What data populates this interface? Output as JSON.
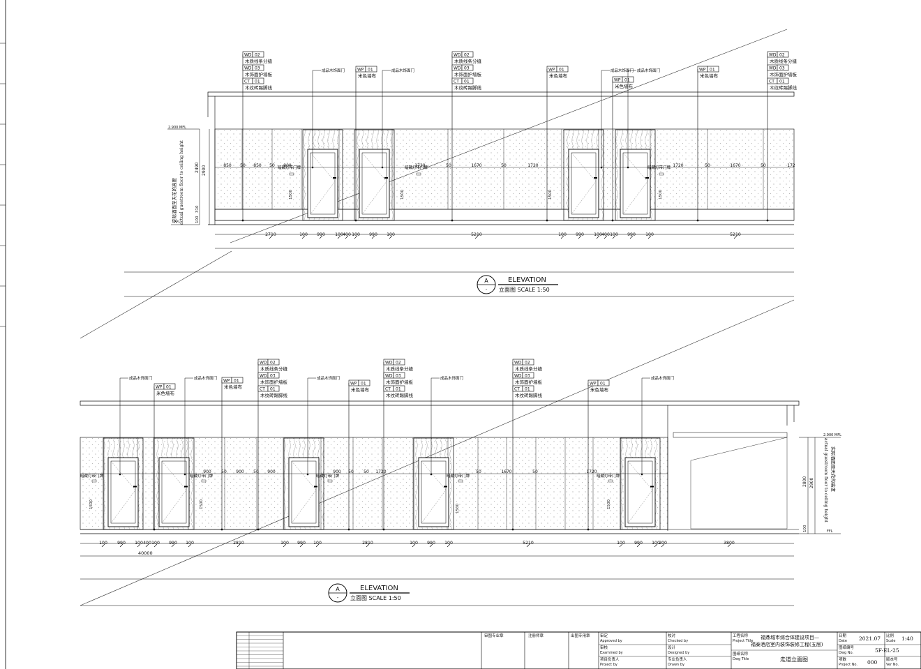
{
  "elevations": [
    {
      "title": "ELEVATION",
      "subtitle": "立面图  SCALE 1:50",
      "symbol_top": "A",
      "symbol_bottom": "-",
      "level_top": "2.900 MFL",
      "level_bottom": "FFL",
      "height_label_cn": "实际酒面至天花的高度",
      "height_label_en": "actual guestroom floor to ceiling height",
      "height_dims": [
        "2900",
        "2490",
        "100",
        "310"
      ],
      "callouts": [
        {
          "lines": [
            {
              "code": "WD",
              "num": "02",
              "desc": "木质线条分缝"
            },
            {
              "code": "WD",
              "num": "03",
              "desc": "木饰面护墙板"
            },
            {
              "code": "CT",
              "num": "01",
              "desc": "木纹砖踢脚线"
            }
          ]
        },
        {
          "lines": [
            {
              "code": "WP",
              "num": "01",
              "desc": "米色墙布"
            }
          ]
        },
        {
          "lines": [
            {
              "code": "WD",
              "num": "02",
              "desc": "木质线条分缝"
            },
            {
              "code": "WD",
              "num": "03",
              "desc": "木饰面护墙板"
            },
            {
              "code": "CT",
              "num": "01",
              "desc": "木纹砖踢脚线"
            }
          ]
        },
        {
          "lines": [
            {
              "code": "WP",
              "num": "01",
              "desc": "米色墙布"
            }
          ]
        },
        {
          "lines": [
            {
              "code": "WP",
              "num": "01",
              "desc": "米色墙布"
            }
          ]
        },
        {
          "lines": [
            {
              "code": "WP",
              "num": "01",
              "desc": "米色墙布"
            }
          ]
        },
        {
          "lines": [
            {
              "code": "WD",
              "num": "02",
              "desc": "木质线条分缝"
            },
            {
              "code": "WD",
              "num": "03",
              "desc": "木饰面护墙板"
            },
            {
              "code": "CT",
              "num": "01",
              "desc": "木纹砖踢脚线"
            }
          ]
        }
      ],
      "door_labels": [
        "成品木饰面门",
        "成品木饰面门",
        "成品木饰面门",
        "成品木饰面门"
      ],
      "lamp_labels": [
        "暗藏灯带门牌",
        "暗藏灯带门牌",
        "暗藏灯带门牌"
      ],
      "panel_dims": [
        "850",
        "50",
        "850",
        "50",
        "900",
        "1720",
        "50",
        "1670",
        "50",
        "1720",
        "1720",
        "50",
        "1670",
        "50",
        "172"
      ],
      "door_height_dims": [
        "1500",
        "1500",
        "1500",
        "1500"
      ],
      "bottom_dims": [
        "2710",
        "100",
        "990",
        "100",
        "400",
        "100",
        "990",
        "100",
        "5210",
        "100",
        "990",
        "100",
        "400",
        "100",
        "990",
        "100",
        "5210"
      ]
    },
    {
      "title": "ELEVATION",
      "subtitle": "立面图  SCALE 1:50",
      "symbol_top": "A",
      "symbol_bottom": "-",
      "level_top": "2.900 MFL",
      "level_bottom": "FFL",
      "height_label_cn": "实际酒面至天花的高度",
      "height_label_en": "actual guestroom floor to ceiling height",
      "height_dims": [
        "2900",
        "2800",
        "100"
      ],
      "callouts": [
        {
          "lines": [
            {
              "code": "WP",
              "num": "01",
              "desc": "米色墙布"
            }
          ]
        },
        {
          "lines": [
            {
              "code": "WP",
              "num": "01",
              "desc": "米色墙布"
            }
          ]
        },
        {
          "lines": [
            {
              "code": "WD",
              "num": "02",
              "desc": "木质线条分缝"
            },
            {
              "code": "WD",
              "num": "03",
              "desc": "木饰面护墙板"
            },
            {
              "code": "CT",
              "num": "01",
              "desc": "木纹砖踢脚线"
            }
          ]
        },
        {
          "lines": [
            {
              "code": "WP",
              "num": "01",
              "desc": "米色墙布"
            }
          ]
        },
        {
          "lines": [
            {
              "code": "WD",
              "num": "02",
              "desc": "木质线条分缝"
            },
            {
              "code": "WD",
              "num": "03",
              "desc": "木饰面护墙板"
            },
            {
              "code": "CT",
              "num": "01",
              "desc": "木纹砖踢脚线"
            }
          ]
        },
        {
          "lines": [
            {
              "code": "WD",
              "num": "02",
              "desc": "木质线条分缝"
            },
            {
              "code": "WD",
              "num": "03",
              "desc": "木饰面护墙板"
            },
            {
              "code": "CT",
              "num": "01",
              "desc": "木纹砖踢脚线"
            }
          ]
        },
        {
          "lines": [
            {
              "code": "WP",
              "num": "01",
              "desc": "米色墙布"
            }
          ]
        }
      ],
      "door_labels": [
        "成品木饰面门",
        "成品木饰面门",
        "成品木饰面门",
        "成品木饰面门",
        "成品木饰面门"
      ],
      "lamp_labels": [
        "暗藏灯带门牌",
        "暗藏灯带门牌",
        "暗藏灯带门牌",
        "暗藏灯带门牌",
        "暗藏灯带门牌"
      ],
      "panel_dims": [
        "900",
        "50",
        "900",
        "50",
        "900",
        "50",
        "900",
        "50",
        "1720",
        "50",
        "1670",
        "50",
        "1720"
      ],
      "door_height_dims": [
        "1500",
        "1500",
        "1500",
        "1500"
      ],
      "bottom_dims": [
        "100",
        "990",
        "100",
        "400",
        "100",
        "990",
        "100",
        "2810",
        "100",
        "990",
        "100",
        "2810",
        "100",
        "990",
        "100",
        "5210",
        "100",
        "990",
        "100",
        "200",
        "3800"
      ],
      "total_dim": "40000"
    }
  ],
  "title_block": {
    "left_rows": [
      "",
      "",
      "",
      "",
      "",
      "",
      "",
      "",
      ""
    ],
    "stamps": [
      "审图专业章",
      "注册师章",
      "出图专用章"
    ],
    "signatures": [
      {
        "cn": "审定",
        "en": "Approved by"
      },
      {
        "cn": "审核",
        "en": "Examined by"
      },
      {
        "cn": "项目负责人",
        "en": "Project by"
      },
      {
        "cn": "校对",
        "en": "Checked by"
      },
      {
        "cn": "设计",
        "en": "Designed by"
      },
      {
        "cn": "专业负责人",
        "en": "Drawn by"
      }
    ],
    "project_title_label_cn": "工程名称",
    "project_title_label_en": "Project Title",
    "project_title_line1": "福鼎城市综合体建设项目—",
    "project_title_line2": "福泰酒店室内装饰装修工程(五层)",
    "drawing_title_label_cn": "图纸名称",
    "drawing_title_label_en": "Dwg Title",
    "drawing_title": "走道立面图",
    "date_label_cn": "日期",
    "date_label_en": "Date",
    "date": "2021.07",
    "scale_label_cn": "比例",
    "scale_label_en": "Scale",
    "scale": "1:40",
    "dwg_no_label_cn": "图纸编号",
    "dwg_no_label_en": "Dwg No.",
    "dwg_no": "5F-EL-25",
    "project_no_label_cn": "项数",
    "project_no_label_en": "Project No.",
    "project_no": "000",
    "ver_label_cn": "版本号",
    "ver_label_en": "Ver No."
  }
}
